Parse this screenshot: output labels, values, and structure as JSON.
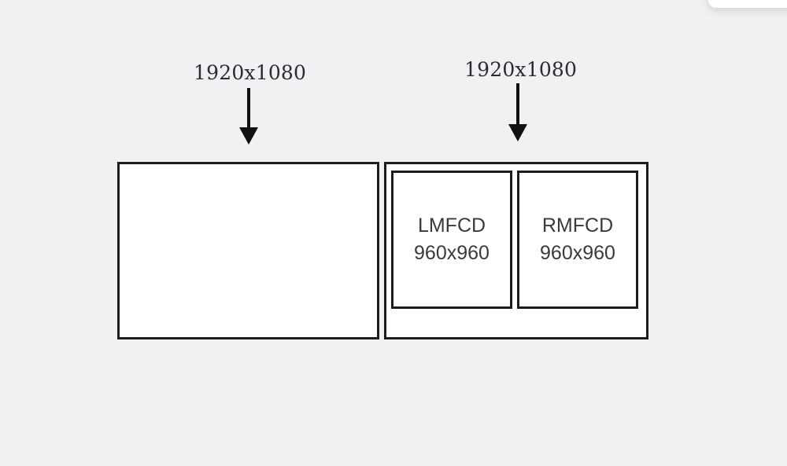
{
  "background_color": "#f1f1f3",
  "ink_color": "#1c1c1f",
  "text_color": "#3a3a3e",
  "corner_panel": {
    "name": "partially-visible-white-panel",
    "color": "#ffffff"
  },
  "annotations": [
    {
      "id": "primary-resolution-label",
      "text": "1920x1080",
      "points_to": "primary-display"
    },
    {
      "id": "secondary-resolution-label",
      "text": "1920x1080",
      "points_to": "secondary-display"
    }
  ],
  "displays": {
    "primary": {
      "id": "primary-display",
      "label": "",
      "resolution": "1920x1080"
    },
    "secondary": {
      "id": "secondary-display",
      "resolution": "1920x1080",
      "panels": [
        {
          "id": "lmfcd",
          "name": "LMFCD",
          "resolution": "960x960"
        },
        {
          "id": "rmfcd",
          "name": "RMFCD",
          "resolution": "960x960"
        }
      ]
    }
  }
}
